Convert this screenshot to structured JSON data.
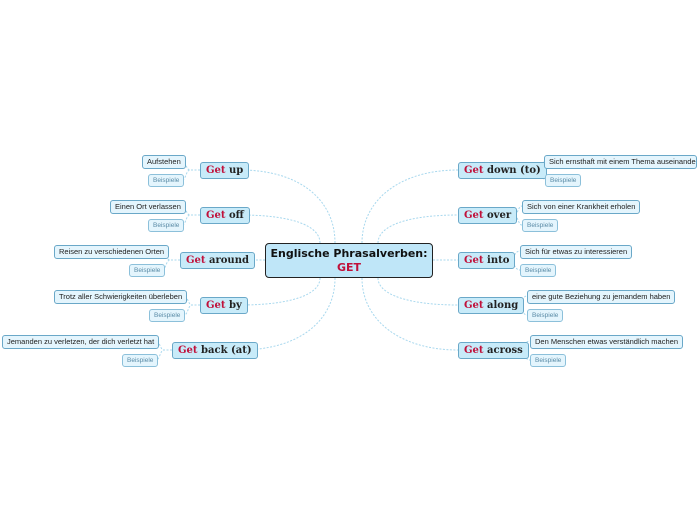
{
  "central": {
    "title": "Englische Phrasalverben:",
    "subtitle": "GET"
  },
  "verbs": {
    "up": {
      "get": "Get",
      "particle": "up",
      "definition": "Aufstehen",
      "example": "Beispiele"
    },
    "off": {
      "get": "Get",
      "particle": "off",
      "definition": "Einen Ort verlassen",
      "example": "Beispiele"
    },
    "around": {
      "get": "Get",
      "particle": "around",
      "definition": "Reisen zu verschiedenen Orten",
      "example": "Beispiele"
    },
    "by": {
      "get": "Get",
      "particle": "by",
      "definition": "Trotz aller Schwierigkeiten überleben",
      "example": "Beispiele"
    },
    "back": {
      "get": "Get",
      "particle": "back (at)",
      "definition": "Jemanden zu verletzen, der dich verletzt hat",
      "example": "Beispiele"
    },
    "down": {
      "get": "Get",
      "particle": "down (to)",
      "definition": "Sich ernsthaft mit einem Thema auseinanderzusetzen",
      "example": "Beispiele"
    },
    "over": {
      "get": "Get",
      "particle": "over",
      "definition": "Sich von einer Krankheit erholen",
      "example": "Beispiele"
    },
    "into": {
      "get": "Get",
      "particle": "into",
      "definition": "Sich für etwas zu interessieren",
      "example": "Beispiele"
    },
    "along": {
      "get": "Get",
      "particle": "along",
      "definition": "eine gute Beziehung zu jemandem haben",
      "example": "Beispiele"
    },
    "across": {
      "get": "Get",
      "particle": "across",
      "definition": "Den Menschen etwas verständlich machen",
      "example": "Beispiele"
    }
  },
  "colors": {
    "node_fill": "#bfe6f8",
    "node_border": "#6aa8c8",
    "accent": "#c0103a",
    "link": "#a8d8ee"
  }
}
